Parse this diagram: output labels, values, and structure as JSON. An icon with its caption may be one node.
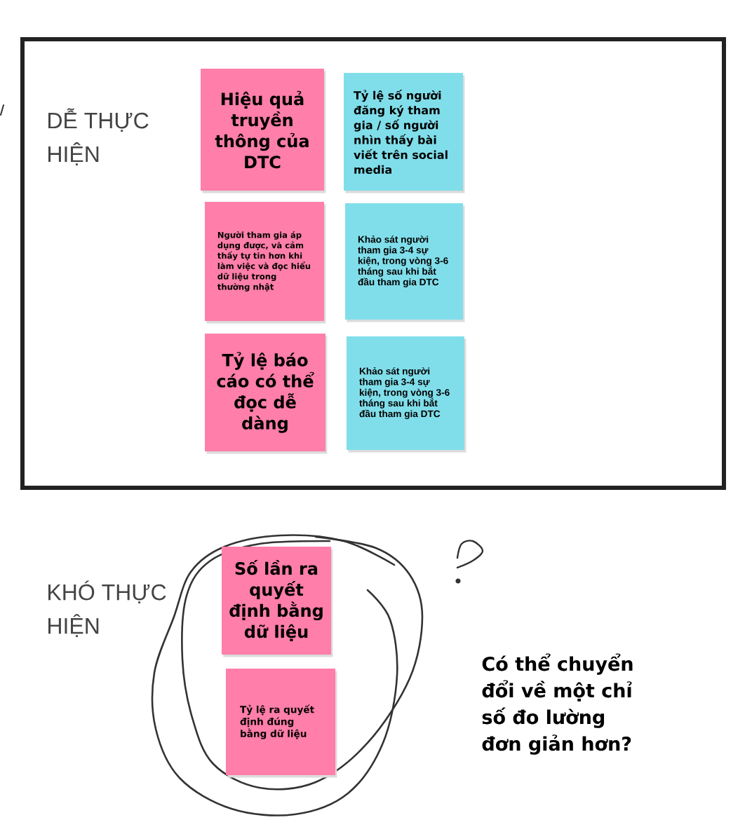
{
  "diagram": {
    "nodes": [
      {
        "text": [
          "DỄ THỰC HIỆN"
        ]
      },
      {
        "text": [
          "Hiệu quả truyền thông của DTC"
        ],
        "in": 0
      },
      {
        "text": [
          "Tỷ lệ số người đăng ký tham gia / số người nhìn thấy bài viết trên social media"
        ],
        "in": 0
      },
      {
        "text": [
          "Người tham gia áp dụng được, và cảm thấy tự tin hơn khi làm việc và đọc hiểu dữ liệu trong thường nhật"
        ],
        "in": 0
      },
      {
        "text": [
          "Khảo sát người tham gia 3-4 sự kiện, trong vòng 3-6 tháng sau khi bắt đầu tham gia DTC"
        ],
        "in": 0
      },
      {
        "text": [
          "Tỷ lệ báo cáo có thể đọc dễ dàng"
        ],
        "in": 0
      },
      {
        "text": [
          "Khảo sát người tham gia 3-4 sự kiện, trong vòng 3-6 tháng sau khi bắt đầu tham gia DTC"
        ],
        "in": 0
      },
      {
        "text": [
          "Số lần ra quyết định bằng dữ liệu"
        ]
      },
      {
        "text": [
          "Tỷ lệ ra quyết định đúng bằng dữ liệu"
        ]
      }
    ],
    "labels": [
      "KHÓ THỰC HIỆN",
      "Có thể chuyển đổi về một chỉ số đo lường đơn giản hơn?"
    ]
  }
}
